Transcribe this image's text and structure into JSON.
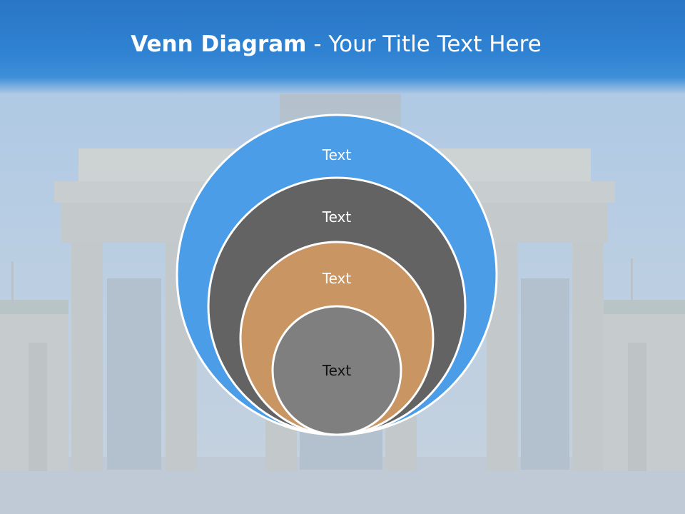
{
  "slide": {
    "title_bold": "Venn Diagram",
    "title_rest": " - Your Title Text Here"
  },
  "diagram": {
    "type": "stacked-venn",
    "circles": [
      {
        "label": "Text",
        "fill": "#4a9de6",
        "text_color": "#ffffff"
      },
      {
        "label": "Text",
        "fill": "#636363",
        "text_color": "#ffffff"
      },
      {
        "label": "Text",
        "fill": "#c99563",
        "text_color": "#ffffff"
      },
      {
        "label": "Text",
        "fill": "#7f7f7f",
        "text_color": "#111111"
      }
    ],
    "outline_color": "#ffffff"
  },
  "colors": {
    "header": "#2f82d2",
    "background_tint": "#c9d3dd"
  }
}
